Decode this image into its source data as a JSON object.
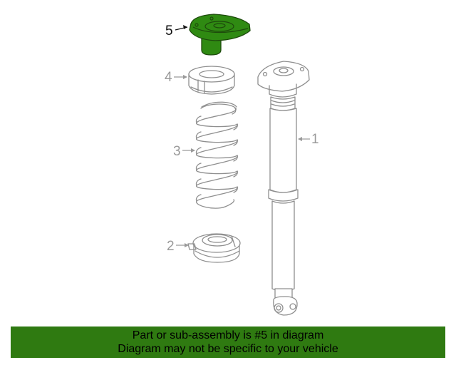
{
  "diagram": {
    "callouts": [
      {
        "id": "1",
        "label": "1"
      },
      {
        "id": "2",
        "label": "2"
      },
      {
        "id": "3",
        "label": "3"
      },
      {
        "id": "4",
        "label": "4"
      },
      {
        "id": "5",
        "label": "5",
        "highlighted": true
      }
    ],
    "highlight_color": "#2f8a12"
  },
  "footer": {
    "line1": "Part or sub-assembly is #5 in diagram",
    "line2": "Diagram may not be specific to your vehicle",
    "background": "#2f7a11"
  }
}
